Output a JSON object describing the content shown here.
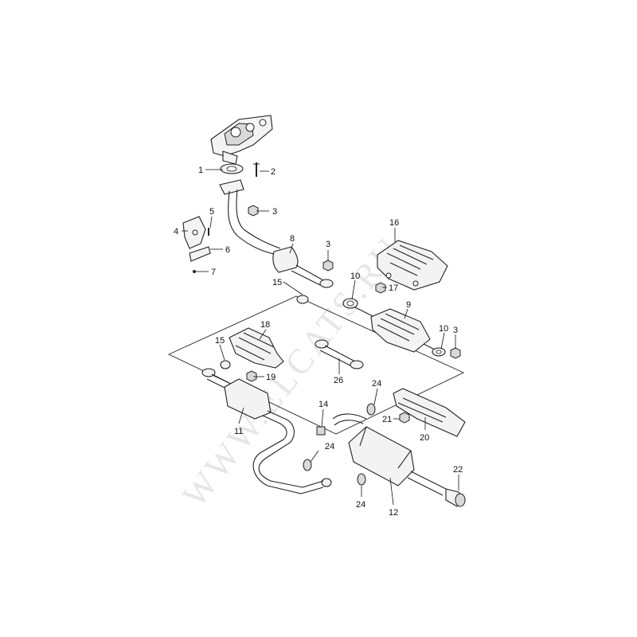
{
  "watermark": "WWW.ELCATS.RU",
  "callouts": [
    {
      "id": "c1",
      "text": "1"
    },
    {
      "id": "c2",
      "text": "2"
    },
    {
      "id": "c3a",
      "text": "3"
    },
    {
      "id": "c4",
      "text": "4"
    },
    {
      "id": "c5",
      "text": "5"
    },
    {
      "id": "c6",
      "text": "6"
    },
    {
      "id": "c7",
      "text": "7"
    },
    {
      "id": "c8",
      "text": "8"
    },
    {
      "id": "c3b",
      "text": "3"
    },
    {
      "id": "c16",
      "text": "16"
    },
    {
      "id": "c17",
      "text": "17"
    },
    {
      "id": "c15a",
      "text": "15"
    },
    {
      "id": "c10a",
      "text": "10"
    },
    {
      "id": "c9",
      "text": "9"
    },
    {
      "id": "c10b",
      "text": "10"
    },
    {
      "id": "c3c",
      "text": "3"
    },
    {
      "id": "c18",
      "text": "18"
    },
    {
      "id": "c15b",
      "text": "15"
    },
    {
      "id": "c19",
      "text": "19"
    },
    {
      "id": "c26",
      "text": "26"
    },
    {
      "id": "c24a",
      "text": "24"
    },
    {
      "id": "c21",
      "text": "21"
    },
    {
      "id": "c20",
      "text": "20"
    },
    {
      "id": "c14",
      "text": "14"
    },
    {
      "id": "c11",
      "text": "11"
    },
    {
      "id": "c24b",
      "text": "24"
    },
    {
      "id": "c22",
      "text": "22"
    },
    {
      "id": "c24c",
      "text": "24"
    },
    {
      "id": "c12",
      "text": "12"
    }
  ]
}
